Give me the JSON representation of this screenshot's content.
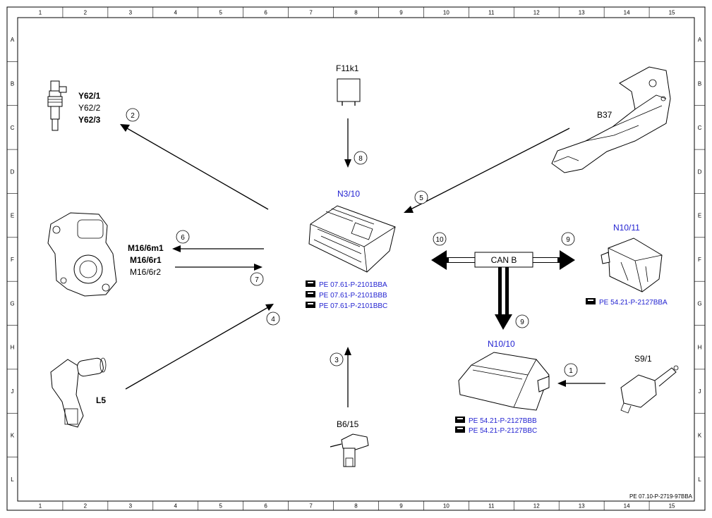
{
  "grid": {
    "columns": [
      "1",
      "2",
      "3",
      "4",
      "5",
      "6",
      "7",
      "8",
      "9",
      "10",
      "11",
      "12",
      "13",
      "14",
      "15"
    ],
    "rows": [
      "A",
      "B",
      "C",
      "D",
      "E",
      "F",
      "G",
      "H",
      "J",
      "K",
      "L"
    ]
  },
  "components": {
    "injector": {
      "lines": [
        "Y62/1",
        "Y62/2",
        "Y62/3"
      ]
    },
    "relay": {
      "label": "F11k1"
    },
    "pedal": {
      "label": "B37"
    },
    "control_unit": {
      "label": "N3/10",
      "refs": [
        "PE 07.61-P-2101BBA",
        "PE 07.61-P-2101BBB",
        "PE 07.61-P-2101BBC"
      ]
    },
    "throttle": {
      "lines": [
        "M16/6m1",
        "M16/6r1",
        "M16/6r2"
      ]
    },
    "sam_unit": {
      "label": "N10/11",
      "refs": [
        "PE 54.21-P-2127BBA"
      ]
    },
    "can_bus": {
      "label": "CAN B"
    },
    "sam_rear": {
      "label": "N10/10",
      "refs": [
        "PE 54.21-P-2127BBB",
        "PE 54.21-P-2127BBC"
      ]
    },
    "sensor_l5": {
      "label": "L5"
    },
    "switch_s9": {
      "label": "S9/1"
    },
    "sensor_b6": {
      "label": "B6/15"
    }
  },
  "signals": [
    "1",
    "2",
    "3",
    "4",
    "5",
    "6",
    "7",
    "8",
    "9",
    "9",
    "10"
  ],
  "footer": {
    "doc_id": "PE 07.10-P-2719-97BBA"
  },
  "colors": {
    "reference_blue": "#1f1fd0",
    "line": "#000000"
  }
}
